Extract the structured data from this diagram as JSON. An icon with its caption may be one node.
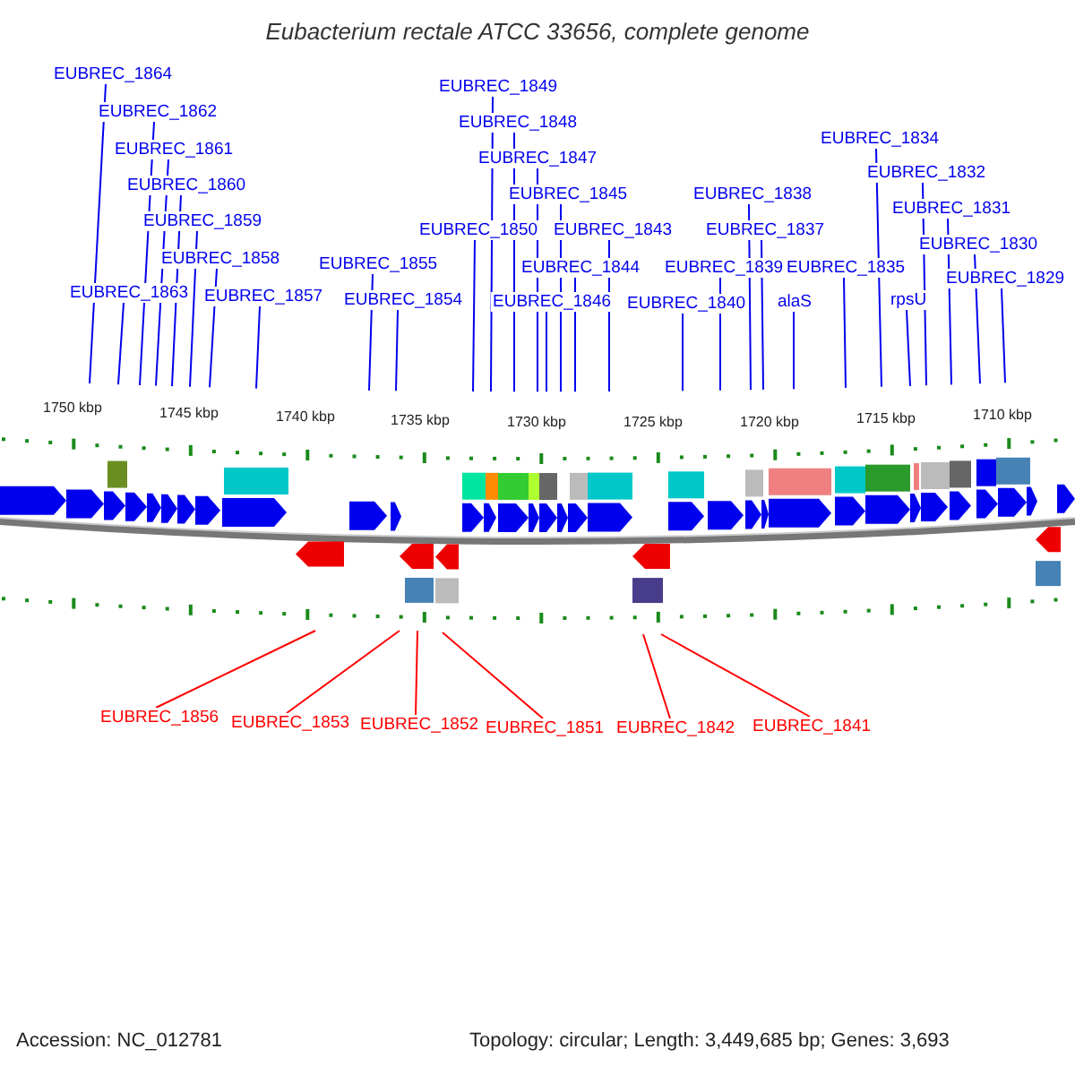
{
  "diagram": {
    "title": "Eubacterium rectale ATCC 33656, complete genome",
    "nodes": [
      {
        "text": [
          "EUBREC_1864"
        ]
      },
      {
        "text": [
          "EUBREC_1849"
        ]
      },
      {
        "text": [
          "EUBREC_1862"
        ]
      },
      {
        "text": [
          "EUBREC_1848"
        ]
      },
      {
        "text": [
          "EUBREC_1834"
        ]
      },
      {
        "text": [
          "EUBREC_1861"
        ]
      },
      {
        "text": [
          "EUBREC_1847"
        ]
      },
      {
        "text": [
          "EUBREC_1832"
        ]
      },
      {
        "text": [
          "EUBREC_1860"
        ]
      },
      {
        "text": [
          "EUBREC_1845"
        ]
      },
      {
        "text": [
          "EUBREC_1838"
        ]
      },
      {
        "text": [
          "EUBREC_1831"
        ]
      },
      {
        "text": [
          "EUBREC_1859"
        ]
      },
      {
        "text": [
          "EUBREC_1850"
        ]
      },
      {
        "text": [
          "EUBREC_1843"
        ]
      },
      {
        "text": [
          "EUBREC_1837"
        ]
      },
      {
        "text": [
          "EUBREC_1830"
        ]
      },
      {
        "text": [
          "EUBREC_1858"
        ]
      },
      {
        "text": [
          "EUBREC_1855"
        ]
      },
      {
        "text": [
          "EUBREC_1844"
        ]
      },
      {
        "text": [
          "EUBREC_1839"
        ]
      },
      {
        "text": [
          "EUBREC_1835"
        ]
      },
      {
        "text": [
          "EUBREC_1829"
        ]
      },
      {
        "text": [
          "EUBREC_1863"
        ]
      },
      {
        "text": [
          "EUBREC_1857"
        ]
      },
      {
        "text": [
          "EUBREC_1854"
        ]
      },
      {
        "text": [
          "rpsU"
        ]
      },
      {
        "text": [
          "EUBREC_1846"
        ]
      },
      {
        "text": [
          "alaS"
        ]
      },
      {
        "text": [
          "EUBREC_1840"
        ]
      },
      {
        "text": [
          "EUBREC_1856"
        ]
      },
      {
        "text": [
          "EUBREC_1853"
        ]
      },
      {
        "text": [
          "EUBREC_1852"
        ]
      },
      {
        "text": [
          "EUBREC_1851"
        ]
      },
      {
        "text": [
          "EUBREC_1842"
        ]
      },
      {
        "text": [
          "EUBREC_1841"
        ]
      }
    ],
    "edges": [
      {
        "from": 0,
        "to": null,
        "arrow": "none"
      },
      {
        "from": 1,
        "to": null,
        "arrow": "none"
      },
      {
        "from": 2,
        "to": null,
        "arrow": "none"
      },
      {
        "from": 3,
        "to": null,
        "arrow": "none"
      },
      {
        "from": 4,
        "to": null,
        "arrow": "none"
      },
      {
        "from": 5,
        "to": null,
        "arrow": "none"
      },
      {
        "from": 6,
        "to": null,
        "arrow": "none"
      },
      {
        "from": 7,
        "to": null,
        "arrow": "none"
      },
      {
        "from": 8,
        "to": null,
        "arrow": "none"
      },
      {
        "from": 9,
        "to": null,
        "arrow": "none"
      },
      {
        "from": 10,
        "to": null,
        "arrow": "none"
      },
      {
        "from": 11,
        "to": null,
        "arrow": "none"
      },
      {
        "from": 12,
        "to": null,
        "arrow": "none"
      },
      {
        "from": 13,
        "to": null,
        "arrow": "none"
      },
      {
        "from": 14,
        "to": null,
        "arrow": "none"
      },
      {
        "from": 15,
        "to": null,
        "arrow": "none"
      },
      {
        "from": 16,
        "to": null,
        "arrow": "none"
      },
      {
        "from": 17,
        "to": null,
        "arrow": "none"
      },
      {
        "from": 18,
        "to": null,
        "arrow": "none"
      },
      {
        "from": 19,
        "to": null,
        "arrow": "none"
      },
      {
        "from": 20,
        "to": null,
        "arrow": "none"
      },
      {
        "from": 21,
        "to": null,
        "arrow": "none"
      },
      {
        "from": 22,
        "to": null,
        "arrow": "none"
      },
      {
        "from": 23,
        "to": null,
        "arrow": "none"
      },
      {
        "from": 24,
        "to": null,
        "arrow": "none"
      },
      {
        "from": 25,
        "to": null,
        "arrow": "none"
      },
      {
        "from": 26,
        "to": null,
        "arrow": "none"
      },
      {
        "from": 27,
        "to": null,
        "arrow": "none"
      },
      {
        "from": 28,
        "to": null,
        "arrow": "none"
      },
      {
        "from": 29,
        "to": null,
        "arrow": "none"
      },
      {
        "from": 30,
        "to": null,
        "arrow": "none",
        "color": "#ff0000"
      },
      {
        "from": 31,
        "to": null,
        "arrow": "none",
        "color": "#ff0000"
      },
      {
        "from": 32,
        "to": null,
        "arrow": "none",
        "color": "#ff0000"
      },
      {
        "from": 33,
        "to": null,
        "arrow": "none",
        "color": "#ff0000"
      },
      {
        "from": 34,
        "to": null,
        "arrow": "none",
        "color": "#ff0000"
      },
      {
        "from": 35,
        "to": null,
        "arrow": "none",
        "color": "#ff0000"
      }
    ],
    "labels": [
      "1750 kbp",
      "1745 kbp",
      "1740 kbp",
      "1735 kbp",
      "1730 kbp",
      "1725 kbp",
      "1720 kbp",
      "1715 kbp",
      "1710 kbp",
      "Accession: NC_012781",
      "Topology: circular; Length: 3,449,685 bp; Genes: 3,693"
    ]
  }
}
